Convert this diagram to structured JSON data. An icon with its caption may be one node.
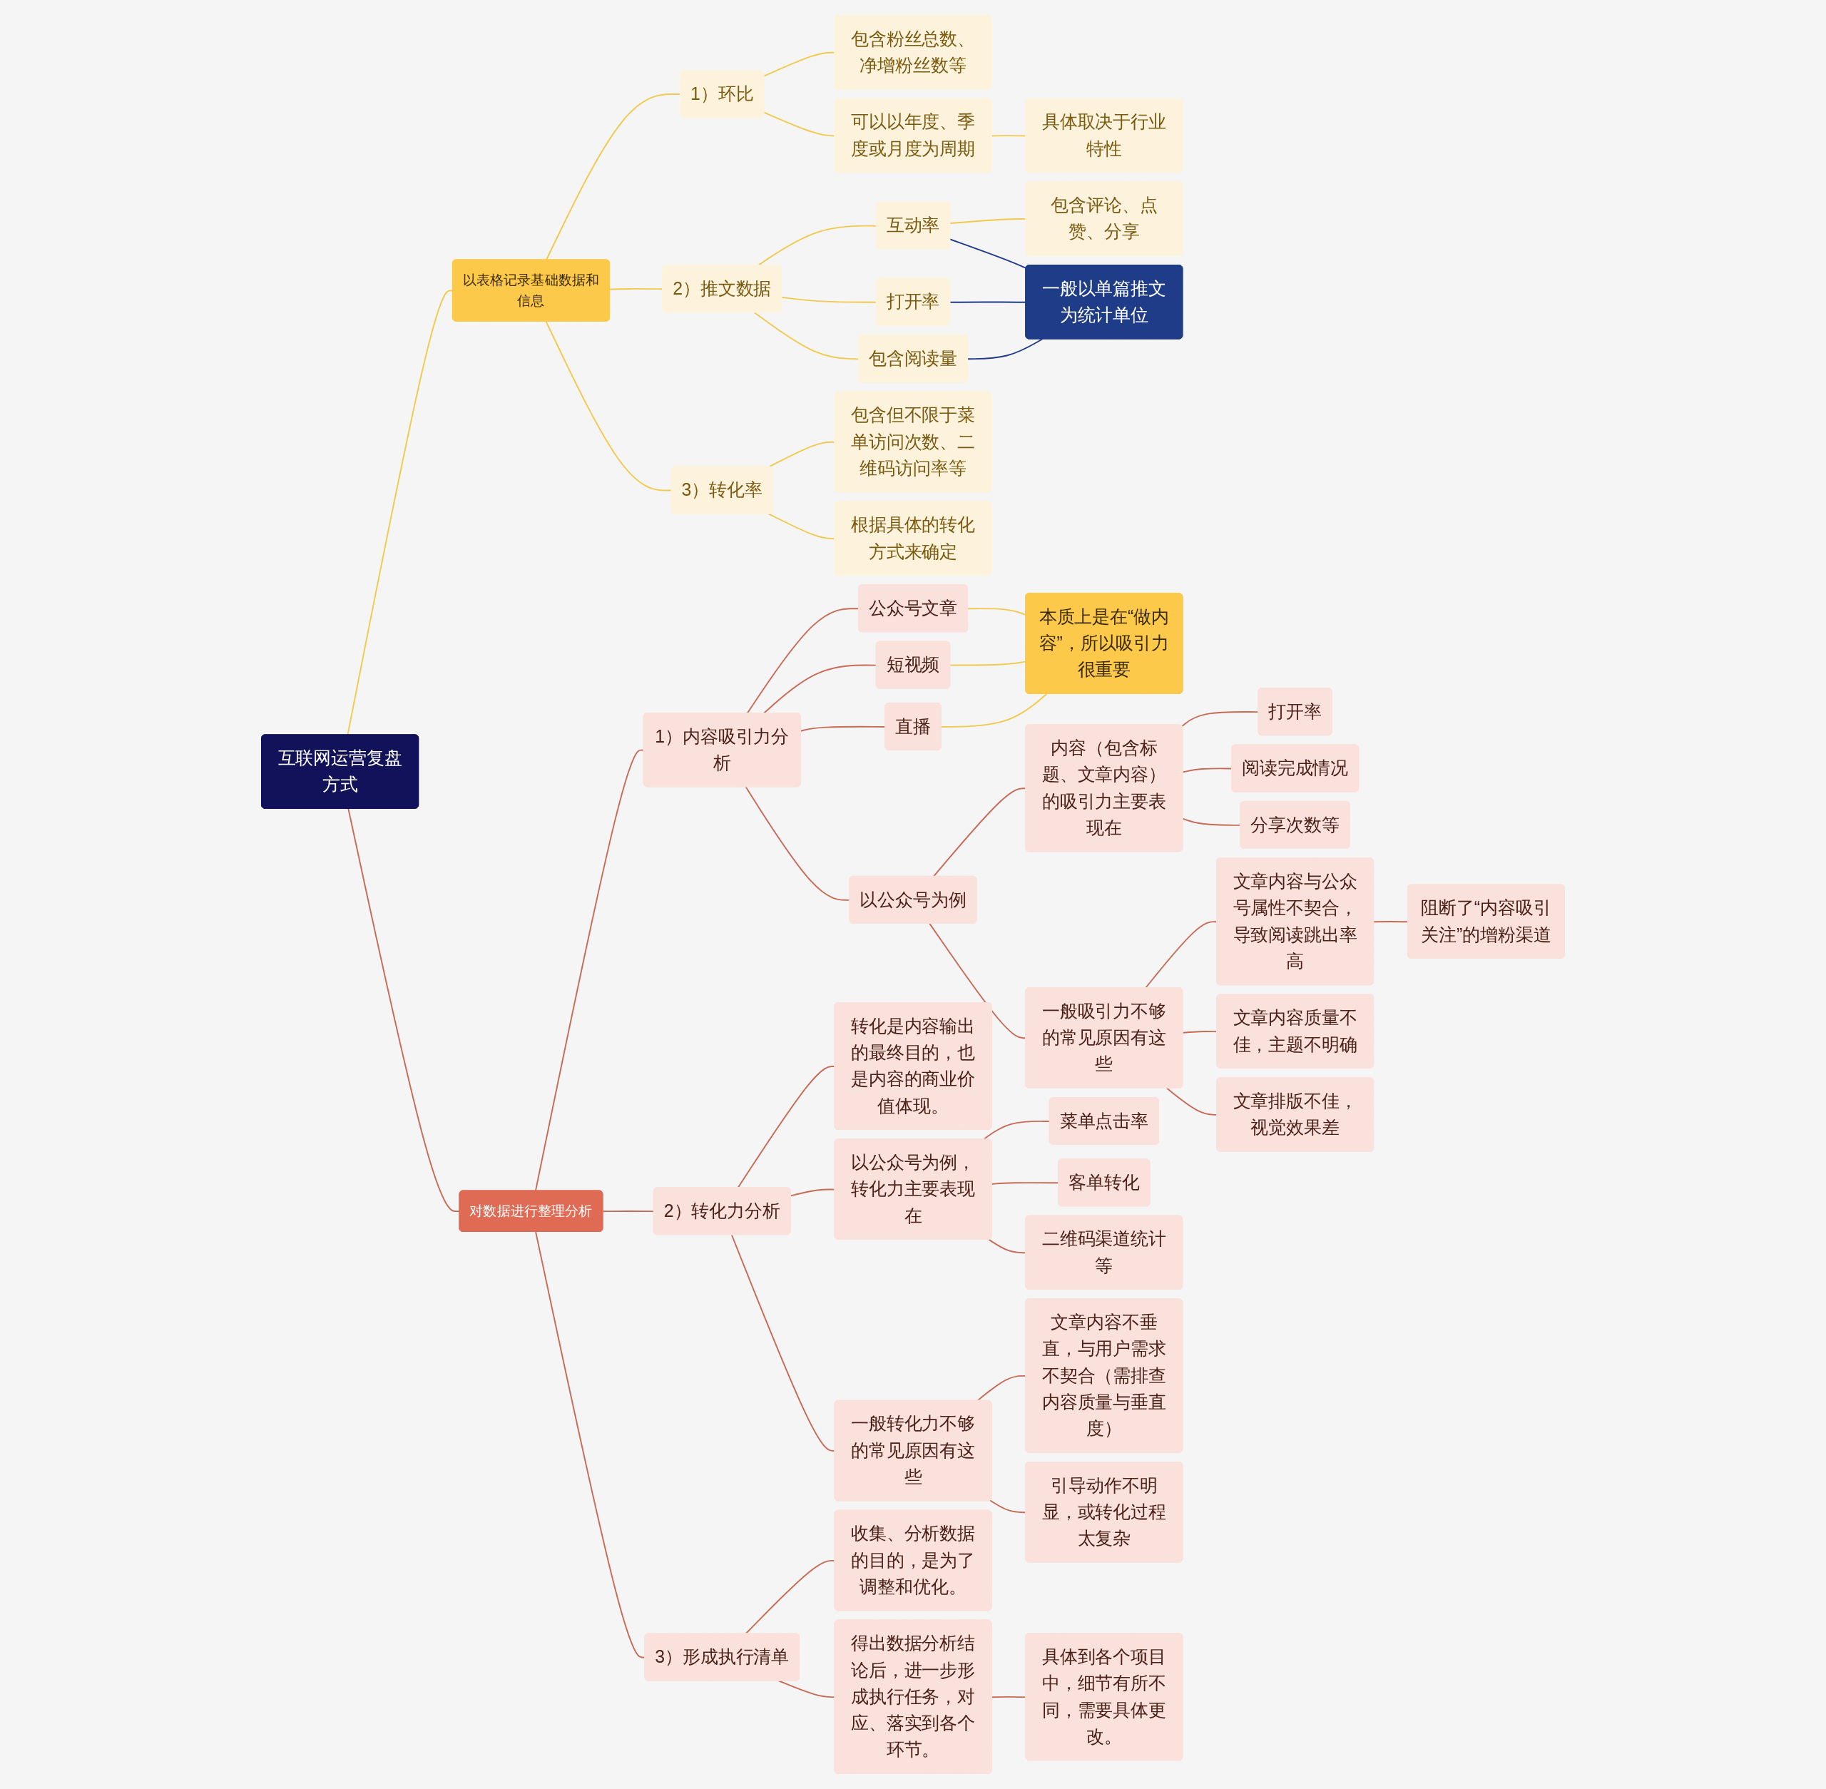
{
  "diagram": {
    "nodes": [
      {
        "text": [
          "互联网运营复盘方式"
        ]
      },
      {
        "text": [
          "以表格记录基础数据和信息"
        ]
      },
      {
        "text": [
          "1）环比"
        ]
      },
      {
        "text": [
          "包含粉丝总数、净增粉丝数等"
        ]
      },
      {
        "text": [
          "可以以年度、季度或月度为周期"
        ]
      },
      {
        "text": [
          "具体取决于行业特性"
        ]
      },
      {
        "text": [
          "2）推文数据"
        ]
      },
      {
        "text": [
          "包含阅读量"
        ]
      },
      {
        "text": [
          "打开率"
        ]
      },
      {
        "text": [
          "互动率"
        ]
      },
      {
        "text": [
          "包含评论、点赞、分享"
        ]
      },
      {
        "text": [
          "一般以单篇推文为统计单位"
        ]
      },
      {
        "text": [
          "3）转化率"
        ]
      },
      {
        "text": [
          "包含但不限于菜单访问次数、二维码访问率等"
        ]
      },
      {
        "text": [
          "根据具体的转化方式来确定"
        ]
      },
      {
        "text": [
          "对数据进行整理分析"
        ]
      },
      {
        "text": [
          "1）内容吸引力分析"
        ]
      },
      {
        "text": [
          "直播"
        ]
      },
      {
        "text": [
          "短视频"
        ]
      },
      {
        "text": [
          "公众号文章"
        ]
      },
      {
        "text": [
          "本质上是在“做内容”，所以吸引力很重要"
        ]
      },
      {
        "text": [
          "以公众号为例"
        ]
      },
      {
        "text": [
          "内容（包含标题、文章内容）的吸引力主要表现在"
        ]
      },
      {
        "text": [
          "打开率"
        ]
      },
      {
        "text": [
          "阅读完成情况"
        ]
      },
      {
        "text": [
          "分享次数等"
        ]
      },
      {
        "text": [
          "一般吸引力不够的常见原因有这些"
        ]
      },
      {
        "text": [
          "文章内容与公众号属性不契合，导致阅读跳出率高"
        ]
      },
      {
        "text": [
          "阻断了“内容吸引关注”的增粉渠道"
        ]
      },
      {
        "text": [
          "文章内容质量不佳，主题不明确"
        ]
      },
      {
        "text": [
          "文章排版不佳，视觉效果差"
        ]
      },
      {
        "text": [
          "2）转化力分析"
        ]
      },
      {
        "text": [
          "转化是内容输出的最终目的，也是内容的商业价值体现。"
        ]
      },
      {
        "text": [
          "以公众号为例，转化力主要表现在"
        ]
      },
      {
        "text": [
          "菜单点击率"
        ]
      },
      {
        "text": [
          "客单转化"
        ]
      },
      {
        "text": [
          "二维码渠道统计等"
        ]
      },
      {
        "text": [
          "一般转化力不够的常见原因有这些"
        ]
      },
      {
        "text": [
          "文章内容不垂直，与用户需求不契合（需排查内容质量与垂直度）"
        ]
      },
      {
        "text": [
          "引导动作不明显，或转化过程太复杂"
        ]
      },
      {
        "text": [
          "3）形成执行清单"
        ]
      },
      {
        "text": [
          "收集、分析数据的目的，是为了调整和优化。"
        ]
      },
      {
        "text": [
          "得出数据分析结论后，进一步形成执行任务，对应、落实到各个环节。"
        ]
      },
      {
        "text": [
          "具体到各个项目中，细节有所不同，需要具体更改。"
        ]
      }
    ],
    "edges": [
      {
        "from": 0,
        "to": 1,
        "arrow": "none",
        "color": "#f2c94c"
      },
      {
        "from": 1,
        "to": 2,
        "arrow": "none",
        "color": "#f2c94c"
      },
      {
        "from": 2,
        "to": 3,
        "arrow": "none",
        "color": "#f2c94c"
      },
      {
        "from": 2,
        "to": 4,
        "arrow": "none",
        "color": "#f2c94c"
      },
      {
        "from": 4,
        "to": 5,
        "arrow": "none",
        "color": "#f2c94c"
      },
      {
        "from": 1,
        "to": 6,
        "arrow": "none",
        "color": "#f2c94c"
      },
      {
        "from": 6,
        "to": 7,
        "arrow": "none",
        "color": "#f2c94c"
      },
      {
        "from": 6,
        "to": 8,
        "arrow": "none",
        "color": "#f2c94c"
      },
      {
        "from": 6,
        "to": 9,
        "arrow": "none",
        "color": "#f2c94c"
      },
      {
        "from": 9,
        "to": 10,
        "arrow": "none",
        "color": "#f2c94c"
      },
      {
        "from": 7,
        "to": 11,
        "arrow": "none",
        "color": "#1f3a8a"
      },
      {
        "from": 8,
        "to": 11,
        "arrow": "none",
        "color": "#1f3a8a"
      },
      {
        "from": 9,
        "to": 11,
        "arrow": "none",
        "color": "#1f3a8a"
      },
      {
        "from": 1,
        "to": 12,
        "arrow": "none",
        "color": "#f2c94c"
      },
      {
        "from": 12,
        "to": 13,
        "arrow": "none",
        "color": "#f2c94c"
      },
      {
        "from": 12,
        "to": 14,
        "arrow": "none",
        "color": "#f2c94c"
      },
      {
        "from": 0,
        "to": 15,
        "arrow": "none"
      },
      {
        "from": 15,
        "to": 16,
        "arrow": "none"
      },
      {
        "from": 16,
        "to": 17,
        "arrow": "none"
      },
      {
        "from": 16,
        "to": 18,
        "arrow": "none"
      },
      {
        "from": 16,
        "to": 19,
        "arrow": "none"
      },
      {
        "from": 17,
        "to": 20,
        "arrow": "none",
        "color": "#f2c94c"
      },
      {
        "from": 18,
        "to": 20,
        "arrow": "none",
        "color": "#f2c94c"
      },
      {
        "from": 19,
        "to": 20,
        "arrow": "none",
        "color": "#f2c94c"
      },
      {
        "from": 16,
        "to": 21,
        "arrow": "none"
      },
      {
        "from": 21,
        "to": 22,
        "arrow": "none"
      },
      {
        "from": 22,
        "to": 23,
        "arrow": "none"
      },
      {
        "from": 22,
        "to": 24,
        "arrow": "none"
      },
      {
        "from": 22,
        "to": 25,
        "arrow": "none"
      },
      {
        "from": 21,
        "to": 26,
        "arrow": "none"
      },
      {
        "from": 26,
        "to": 27,
        "arrow": "none"
      },
      {
        "from": 27,
        "to": 28,
        "arrow": "none"
      },
      {
        "from": 26,
        "to": 29,
        "arrow": "none"
      },
      {
        "from": 26,
        "to": 30,
        "arrow": "none"
      },
      {
        "from": 15,
        "to": 31,
        "arrow": "none"
      },
      {
        "from": 31,
        "to": 32,
        "arrow": "none"
      },
      {
        "from": 31,
        "to": 33,
        "arrow": "none"
      },
      {
        "from": 33,
        "to": 34,
        "arrow": "none"
      },
      {
        "from": 33,
        "to": 35,
        "arrow": "none"
      },
      {
        "from": 33,
        "to": 36,
        "arrow": "none"
      },
      {
        "from": 31,
        "to": 37,
        "arrow": "none"
      },
      {
        "from": 37,
        "to": 38,
        "arrow": "none"
      },
      {
        "from": 37,
        "to": 39,
        "arrow": "none"
      },
      {
        "from": 15,
        "to": 40,
        "arrow": "none"
      },
      {
        "from": 40,
        "to": 41,
        "arrow": "none"
      },
      {
        "from": 40,
        "to": 42,
        "arrow": "none"
      },
      {
        "from": 42,
        "to": 43,
        "arrow": "none"
      }
    ]
  }
}
